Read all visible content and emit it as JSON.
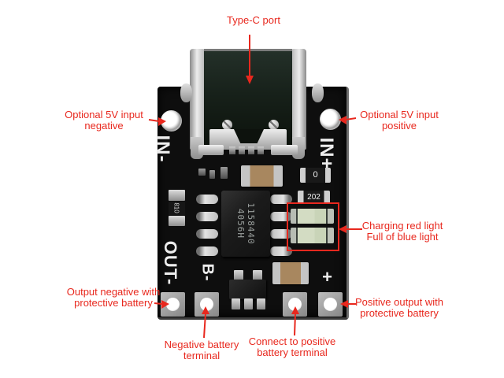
{
  "colors": {
    "accent-red": "#e8281e",
    "pcb-black": "#0e0e0e",
    "silkscreen-white": "#ededed",
    "led-green": "#d3dcc3",
    "background": "#ffffff"
  },
  "labels": {
    "type_c_port": "Type-C port",
    "optional_5v_input_negative": [
      "Optional 5V input",
      "negative"
    ],
    "optional_5v_input_positive": [
      "Optional 5V input",
      "positive"
    ],
    "charging_light": [
      "Charging red light",
      "Full of blue light"
    ],
    "output_negative": [
      "Output negative with",
      "protective battery"
    ],
    "positive_output": [
      "Positive output with",
      "protective battery"
    ],
    "negative_battery_terminal": [
      "Negative battery",
      "terminal"
    ],
    "connect_positive_battery": [
      "Connect to positive",
      "battery terminal"
    ]
  },
  "board": {
    "silkscreen": {
      "in_minus": "IN-",
      "in_plus": "IN+",
      "out_minus": "OUT-",
      "b_minus": "B-",
      "plus": "+"
    },
    "ic_marking": {
      "right_column": "1158440",
      "left_column": "4056H"
    },
    "smd_markings": {
      "resistor_zero": "0",
      "resistor_202": "202",
      "resistor_810": "810"
    }
  }
}
